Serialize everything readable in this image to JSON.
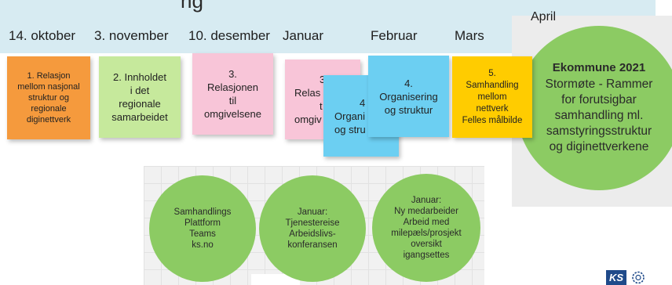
{
  "banner": {
    "title": "ng"
  },
  "timeline": [
    "14. oktober",
    "3. november",
    "10. desember",
    "Januar",
    "Februar",
    "Mars"
  ],
  "april": "April",
  "notes": {
    "n1": [
      "1. Relasjon",
      "mellom nasjonal",
      "struktur og",
      "regionale",
      "diginettverk"
    ],
    "n2": [
      "2. Innholdet",
      "i det",
      "regionale",
      "samarbeidet"
    ],
    "n3a": [
      "3.",
      "Relasjonen",
      "til",
      "omgivelsene"
    ],
    "n3b": [
      "3",
      "Relas",
      "t",
      "omgiv"
    ],
    "n4a": [
      "4",
      "Organi",
      "og stru"
    ],
    "n4b": [
      "4.",
      "Organisering",
      "og struktur"
    ],
    "n5": [
      "5.",
      "Samhandling",
      "mellom",
      "nettverk",
      "Felles målbilde"
    ]
  },
  "ekommune": {
    "title": "Ekommune 2021",
    "lines": [
      "Stormøte - Rammer",
      "for forutsigbar",
      "samhandling ml.",
      "samstyringsstruktur",
      "og diginettverkene"
    ]
  },
  "circles": {
    "c1": [
      "Samhandlings",
      "Plattform",
      "Teams",
      "ks.no"
    ],
    "c2": [
      "Januar:",
      "Tjenestereise",
      "Arbeidslivs-",
      "konferansen"
    ],
    "c3": [
      "Januar:",
      "Ny medarbeider",
      "Arbeid med",
      "milepæls/prosjekt",
      "oversikt",
      "igangsettes"
    ]
  },
  "logo": {
    "text": "KS"
  },
  "colors": {
    "orange": "#f59a3d",
    "green_note": "#c6e99c",
    "pink": "#f8c5d8",
    "blue": "#6ccff2",
    "yellow": "#ffcc00",
    "circle_green": "#8ccb63",
    "banner": "#d7ebf2"
  }
}
